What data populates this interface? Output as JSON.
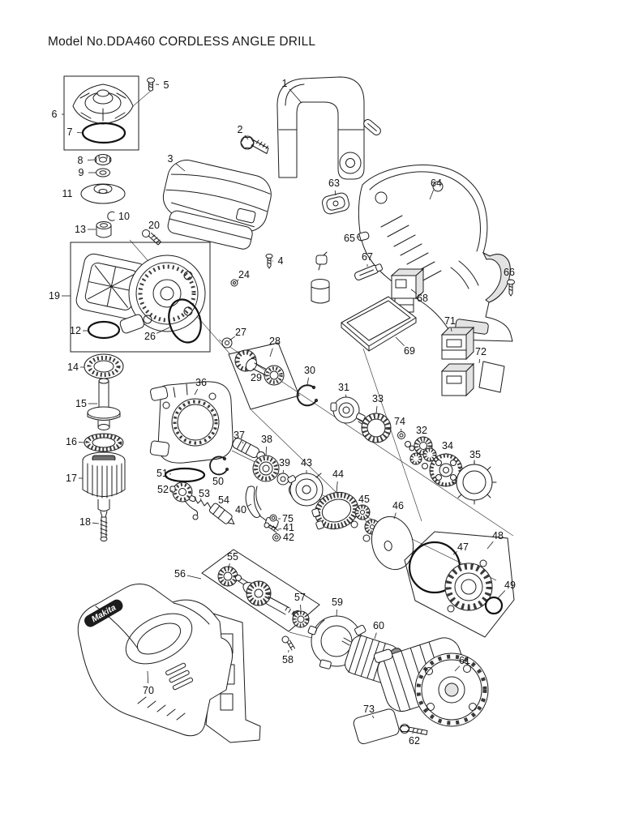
{
  "title": "Model No.DDA460 CORDLESS ANGLE DRILL",
  "logo_text": "Makita",
  "parts": [
    {
      "num": "1",
      "label": [
        351,
        103
      ],
      "target": [
        372,
        127
      ]
    },
    {
      "num": "2",
      "label": [
        296,
        160
      ],
      "target": [
        306,
        172
      ]
    },
    {
      "num": "3",
      "label": [
        210,
        196
      ],
      "target": [
        228,
        211
      ]
    },
    {
      "num": "4",
      "label": [
        346,
        322
      ],
      "target": [
        336,
        322
      ]
    },
    {
      "num": "5",
      "label": [
        205,
        105
      ],
      "target": [
        192,
        104
      ]
    },
    {
      "num": "6",
      "label": [
        67,
        141
      ],
      "target": [
        79,
        141
      ]
    },
    {
      "num": "7",
      "label": [
        86,
        163
      ],
      "target": [
        103,
        164
      ]
    },
    {
      "num": "8",
      "label": [
        99,
        198
      ],
      "target": [
        117,
        197
      ]
    },
    {
      "num": "9",
      "label": [
        100,
        213
      ],
      "target": [
        118,
        213
      ]
    },
    {
      "num": "10",
      "label": [
        153,
        267
      ],
      "target": [
        144,
        267
      ]
    },
    {
      "num": "11",
      "label": [
        83,
        239
      ],
      "noline": true,
      "target": [
        100,
        239
      ]
    },
    {
      "num": "12",
      "label": [
        93,
        408
      ],
      "target": [
        109,
        408
      ]
    },
    {
      "num": "13",
      "label": [
        99,
        283
      ],
      "target": [
        118,
        283
      ]
    },
    {
      "num": "14",
      "label": [
        90,
        453
      ],
      "target": [
        104,
        453
      ]
    },
    {
      "num": "15",
      "label": [
        100,
        498
      ],
      "target": [
        120,
        498
      ]
    },
    {
      "num": "16",
      "label": [
        88,
        545
      ],
      "target": [
        104,
        546
      ]
    },
    {
      "num": "17",
      "label": [
        88,
        590
      ],
      "target": [
        102,
        590
      ]
    },
    {
      "num": "18",
      "label": [
        105,
        644
      ],
      "target": [
        122,
        646
      ]
    },
    {
      "num": "19",
      "label": [
        67,
        365
      ],
      "target": [
        87,
        365
      ]
    },
    {
      "num": "20",
      "label": [
        190,
        278
      ],
      "target": [
        184,
        286
      ]
    },
    {
      "num": "24",
      "label": [
        301,
        339
      ],
      "target": [
        292,
        347
      ]
    },
    {
      "num": "26",
      "label": [
        185,
        415
      ],
      "target": [
        209,
        404
      ]
    },
    {
      "num": "27",
      "label": [
        297,
        410
      ],
      "target": [
        283,
        420
      ]
    },
    {
      "num": "28",
      "label": [
        339,
        421
      ],
      "target": [
        333,
        440
      ]
    },
    {
      "num": "29",
      "label": [
        316,
        466
      ],
      "target": [
        328,
        462
      ]
    },
    {
      "num": "30",
      "label": [
        382,
        457
      ],
      "target": [
        379,
        475
      ]
    },
    {
      "num": "31",
      "label": [
        424,
        478
      ],
      "target": [
        427,
        490
      ]
    },
    {
      "num": "32",
      "label": [
        520,
        531
      ],
      "target": [
        522,
        539
      ]
    },
    {
      "num": "33",
      "label": [
        466,
        492
      ],
      "target": [
        464,
        510
      ]
    },
    {
      "num": "34",
      "label": [
        552,
        550
      ],
      "target": [
        550,
        560
      ]
    },
    {
      "num": "35",
      "label": [
        586,
        561
      ],
      "target": [
        585,
        573
      ]
    },
    {
      "num": "36",
      "label": [
        248,
        472
      ],
      "target": [
        240,
        487
      ]
    },
    {
      "num": "37",
      "label": [
        295,
        537
      ],
      "target": [
        300,
        547
      ]
    },
    {
      "num": "38",
      "label": [
        329,
        542
      ],
      "target": [
        328,
        562
      ]
    },
    {
      "num": "39",
      "label": [
        351,
        571
      ],
      "target": [
        349,
        584
      ]
    },
    {
      "num": "40",
      "label": [
        297,
        629
      ],
      "target": [
        310,
        622
      ]
    },
    {
      "num": "41",
      "label": [
        356,
        651
      ],
      "target": [
        343,
        653
      ]
    },
    {
      "num": "42",
      "label": [
        356,
        663
      ],
      "target": [
        346,
        663
      ]
    },
    {
      "num": "43",
      "label": [
        378,
        571
      ],
      "target": [
        378,
        584
      ]
    },
    {
      "num": "44",
      "label": [
        417,
        585
      ],
      "target": [
        415,
        608
      ]
    },
    {
      "num": "45",
      "label": [
        449,
        616
      ],
      "target": [
        448,
        623
      ]
    },
    {
      "num": "46",
      "label": [
        491,
        624
      ],
      "target": [
        486,
        640
      ]
    },
    {
      "num": "47",
      "label": [
        571,
        675
      ],
      "target": [
        559,
        684
      ]
    },
    {
      "num": "48",
      "label": [
        614,
        661
      ],
      "target": [
        601,
        677
      ]
    },
    {
      "num": "49",
      "label": [
        629,
        722
      ],
      "target": [
        614,
        738
      ]
    },
    {
      "num": "50",
      "label": [
        269,
        594
      ],
      "target": [
        270,
        584
      ]
    },
    {
      "num": "51",
      "label": [
        200,
        584
      ],
      "target": [
        211,
        585
      ]
    },
    {
      "num": "52",
      "label": [
        201,
        604
      ],
      "target": [
        213,
        606
      ]
    },
    {
      "num": "53",
      "label": [
        252,
        609
      ],
      "target": [
        248,
        615
      ]
    },
    {
      "num": "54",
      "label": [
        276,
        617
      ],
      "target": [
        272,
        627
      ]
    },
    {
      "num": "55",
      "label": [
        287,
        687
      ],
      "target": [
        282,
        699
      ]
    },
    {
      "num": "56",
      "label": [
        222,
        708
      ],
      "target": [
        248,
        714
      ]
    },
    {
      "num": "57",
      "label": [
        370,
        737
      ],
      "target": [
        371,
        753
      ]
    },
    {
      "num": "58",
      "label": [
        355,
        814
      ],
      "target": [
        356,
        802
      ]
    },
    {
      "num": "59",
      "label": [
        416,
        743
      ],
      "target": [
        415,
        760
      ]
    },
    {
      "num": "60",
      "label": [
        467,
        772
      ],
      "target": [
        462,
        788
      ]
    },
    {
      "num": "61",
      "label": [
        573,
        815
      ],
      "target": [
        561,
        828
      ]
    },
    {
      "num": "62",
      "label": [
        511,
        914
      ],
      "target": [
        509,
        904
      ]
    },
    {
      "num": "63",
      "label": [
        412,
        226
      ],
      "target": [
        414,
        241
      ]
    },
    {
      "num": "64",
      "label": [
        538,
        226
      ],
      "target": [
        530,
        246
      ]
    },
    {
      "num": "65",
      "label": [
        431,
        294
      ],
      "target": [
        443,
        292
      ]
    },
    {
      "num": "66",
      "label": [
        628,
        336
      ],
      "target": [
        630,
        346
      ]
    },
    {
      "num": "67",
      "label": [
        453,
        317
      ],
      "target": [
        453,
        329
      ]
    },
    {
      "num": "68",
      "label": [
        521,
        368
      ],
      "target": [
        507,
        357
      ]
    },
    {
      "num": "69",
      "label": [
        505,
        433
      ],
      "target": [
        488,
        416
      ]
    },
    {
      "num": "70",
      "label": [
        183,
        852
      ],
      "target": [
        182,
        828
      ]
    },
    {
      "num": "71",
      "label": [
        555,
        396
      ],
      "target": [
        557,
        409
      ]
    },
    {
      "num": "72",
      "label": [
        593,
        434
      ],
      "target": [
        591,
        448
      ]
    },
    {
      "num": "73",
      "label": [
        455,
        875
      ],
      "target": [
        461,
        886
      ]
    },
    {
      "num": "74",
      "label": [
        493,
        520
      ],
      "target": [
        495,
        532
      ]
    },
    {
      "num": "75",
      "label": [
        355,
        640
      ],
      "target": [
        343,
        640
      ]
    }
  ]
}
